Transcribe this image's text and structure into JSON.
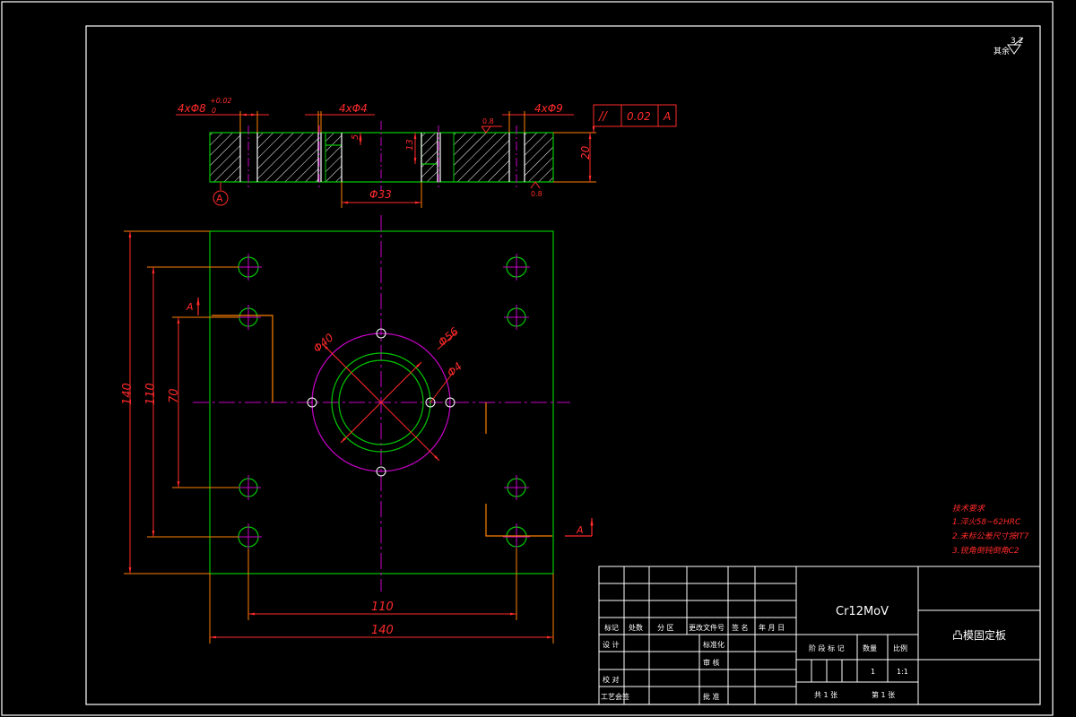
{
  "drawing": {
    "colors": {
      "background": "#000000",
      "frame": "#ffffff",
      "outline": "#00c800",
      "hatch": "#ffffff",
      "center_line": "#c800c8",
      "dimension": "#ff2a2a",
      "dimension_extension": "#ff8000",
      "text": "#ffffff"
    },
    "surface_roughness": "3.2",
    "surface_roughness_note": "其余",
    "side_view": {
      "callouts": {
        "holes_8": "4xΦ8",
        "holes_8_tol_upper": "+0.02",
        "holes_8_tol_lower": "0",
        "holes_4": "4xΦ4",
        "holes_9": "4xΦ9"
      },
      "dims": {
        "depth_5": "5",
        "depth_13": "13",
        "height_20": "20",
        "bore_33": "Φ33"
      },
      "roughness_a": "0.8",
      "roughness_b": "0.8",
      "datum": "A",
      "tolerance_frame": {
        "symbol": "//",
        "value": "0.02",
        "datum": "A"
      }
    },
    "plan_view": {
      "dims": {
        "diam_40": "Φ40",
        "diam_56": "Φ56",
        "diam_4": "Φ4",
        "height_140": "140",
        "height_110": "110",
        "height_70": "70",
        "width_110": "110",
        "width_140": "140"
      },
      "section_label_left": "A",
      "section_label_right": "A"
    },
    "tech_requirements": {
      "title": "技术要求",
      "items": [
        "1.淬火58~62HRC",
        "2.未标公差尺寸按IT7",
        "3.锐角倒钝倒角C2"
      ]
    },
    "title_block": {
      "material": "Cr12MoV",
      "part_name": "凸模固定板",
      "headers": {
        "mark": "标记",
        "count": "处数",
        "zone": "分 区",
        "change_doc": "更改文件号",
        "sign": "签 名",
        "date": "年 月 日",
        "design": "设  计",
        "standardize": "标准化",
        "review": "审  核",
        "check": "校  对",
        "process": "工艺会签",
        "approve": "批  准",
        "stage_mark": "阶 段 标 记",
        "weight": "数量",
        "scale": "比例"
      },
      "quantity": "1",
      "scale_value": "1:1",
      "total_sheets": "共 1 张",
      "sheet_no": "第 1 张"
    }
  }
}
